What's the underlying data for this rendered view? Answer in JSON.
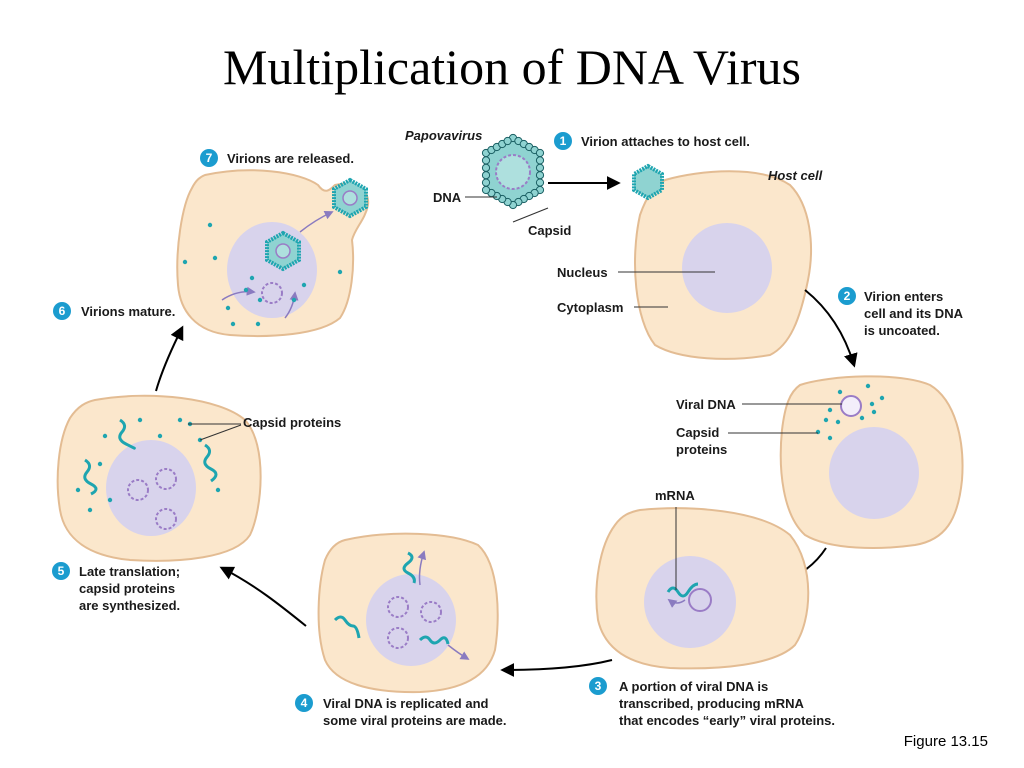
{
  "title": "Multiplication of DNA Virus",
  "figure_ref": "Figure 13.15",
  "colors": {
    "cell_fill": "#fbe7cc",
    "cell_stroke": "#e3bc93",
    "nucleus_fill": "#d8d3ec",
    "virus_teal": "#1ea5b0",
    "virus_inner": "#8fd3d1",
    "dna_purple": "#9a7cc6",
    "badge": "#1b9ccf"
  },
  "steps": [
    {
      "num": "1",
      "text": [
        "Virion attaches to host cell."
      ]
    },
    {
      "num": "2",
      "text": [
        "Virion enters",
        "cell and its DNA",
        "is uncoated."
      ]
    },
    {
      "num": "3",
      "text": [
        "A portion of viral DNA is",
        "transcribed, producing mRNA",
        "that encodes “early” viral proteins."
      ]
    },
    {
      "num": "4",
      "text": [
        "Viral DNA is replicated and",
        "some viral proteins are made."
      ]
    },
    {
      "num": "5",
      "text": [
        "Late translation;",
        "capsid proteins",
        "are synthesized."
      ]
    },
    {
      "num": "6",
      "text": [
        "Virions mature."
      ]
    },
    {
      "num": "7",
      "text": [
        "Virions are released."
      ]
    }
  ],
  "labels": {
    "papovavirus": "Papovavirus",
    "dna": "DNA",
    "capsid": "Capsid",
    "host_cell": "Host cell",
    "nucleus": "Nucleus",
    "cytoplasm": "Cytoplasm",
    "viral_dna": "Viral DNA",
    "capsid_proteins_a": [
      "Capsid",
      "proteins"
    ],
    "mrna": "mRNA",
    "capsid_proteins_b": "Capsid proteins"
  }
}
